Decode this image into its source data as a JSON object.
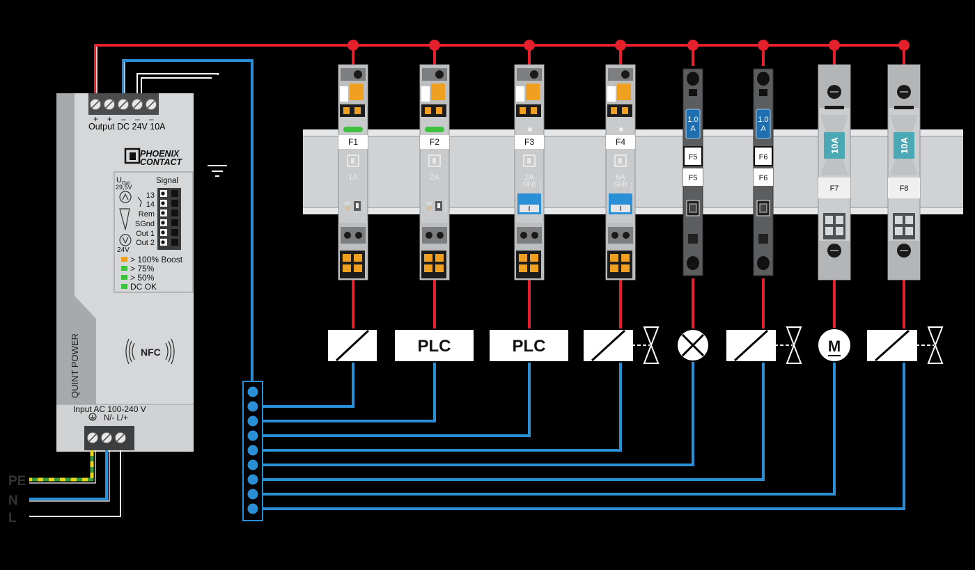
{
  "psu": {
    "output_polarity": [
      "+",
      "+",
      "–",
      "–",
      "–"
    ],
    "output_label": "Output DC 24V 10A",
    "brand_line1": "PHOENIX",
    "brand_line2": "CONTACT",
    "uout_label": "U",
    "uout_sub": "Out",
    "uout_value": "29,5V",
    "uout_min": "24V",
    "signal_title": "Signal",
    "signal_terminals": [
      "13",
      "14",
      "Rem",
      "SGnd",
      "Out 1",
      "Out 2"
    ],
    "legend": [
      {
        "text": "> 100% Boost",
        "color": "#f0a020"
      },
      {
        "text": "> 75%",
        "color": "#3ec23e"
      },
      {
        "text": "> 50%",
        "color": "#3ec23e"
      },
      {
        "text": "DC OK",
        "color": "#3ec23e"
      }
    ],
    "product_name": "QUINT POWER",
    "nfc_label": "NFC",
    "input_label": "Input AC 100-240 V",
    "input_terminals": "N/- L/+",
    "mains": [
      "PE",
      "N",
      "L"
    ]
  },
  "breakers": [
    {
      "id": "F1",
      "rating": "1A",
      "sfb": "",
      "type": "electronic"
    },
    {
      "id": "F2",
      "rating": "2A",
      "sfb": "",
      "type": "electronic"
    },
    {
      "id": "F3",
      "rating": "2A",
      "sfb": "SFB",
      "type": "thermomagnetic"
    },
    {
      "id": "F4",
      "rating": "6A",
      "sfb": "SFB",
      "type": "thermomagnetic"
    },
    {
      "id": "F5",
      "rating": "1.0 A",
      "label2": "F5",
      "type": "fuse-small"
    },
    {
      "id": "F6",
      "rating": "1.0 A",
      "label2": "F6",
      "type": "fuse-small"
    },
    {
      "id": "F7",
      "rating": "10A",
      "type": "fuse-large"
    },
    {
      "id": "F8",
      "rating": "10A",
      "type": "fuse-large"
    }
  ],
  "loads": [
    {
      "type": "relay"
    },
    {
      "type": "plc",
      "label": "PLC"
    },
    {
      "type": "plc",
      "label": "PLC"
    },
    {
      "type": "relay-valve"
    },
    {
      "type": "lamp"
    },
    {
      "type": "relay-valve"
    },
    {
      "type": "motor",
      "label": "M"
    },
    {
      "type": "relay-valve"
    }
  ],
  "colors": {
    "positive_wire": "#e3202b",
    "negative_wire": "#2a8fd4",
    "psu_body": "#d4d6d8",
    "psu_dark": "#a9acae",
    "rail": "#cfd1d3",
    "pe_green": "#3a9b3a",
    "pe_yellow": "#e8d81c"
  }
}
